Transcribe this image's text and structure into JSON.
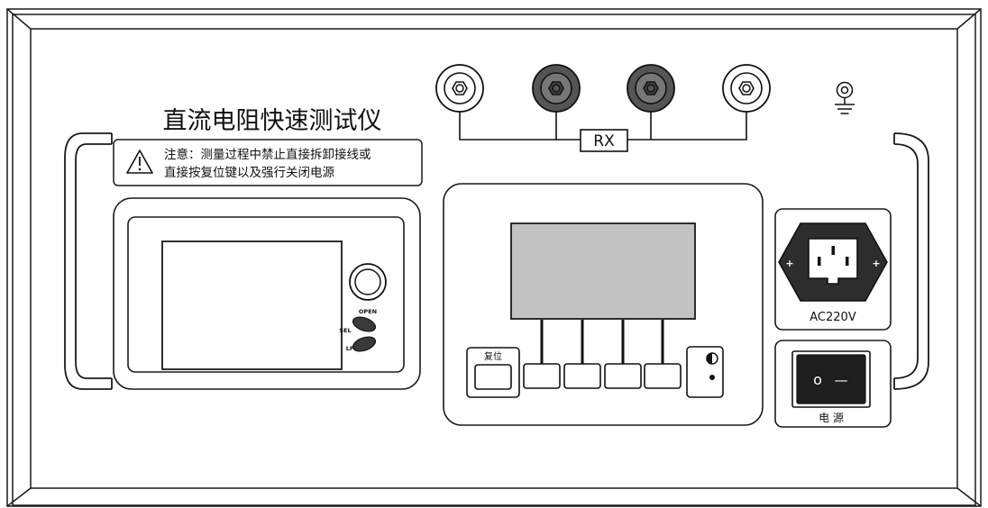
{
  "device": {
    "title": "直流电阻快速测试仪",
    "warning": {
      "line1": "注意：测量过程中禁止直接拆卸接线或",
      "line2": "直接按复位键以及强行关闭电源"
    }
  },
  "meter": {
    "knob_label": "OPEN",
    "sel_label": "SEL",
    "lf_label": "LF"
  },
  "terminals": {
    "rx_label": "RX"
  },
  "keypad": {
    "reset_label": "复位",
    "contrast_icon": "half-circle-icon"
  },
  "power": {
    "socket_label": "AC220V",
    "plus_symbol": "+",
    "switch_on_symbol": "o",
    "switch_off_symbol": "—",
    "switch_label": "电 源"
  },
  "colors": {
    "stroke": "#1a1a1a",
    "screen_fill": "#c2c2c2",
    "dark_terminal": "#555555",
    "socket_fill": "#2d2d2d",
    "switch_fill": "#1e1e1e"
  }
}
